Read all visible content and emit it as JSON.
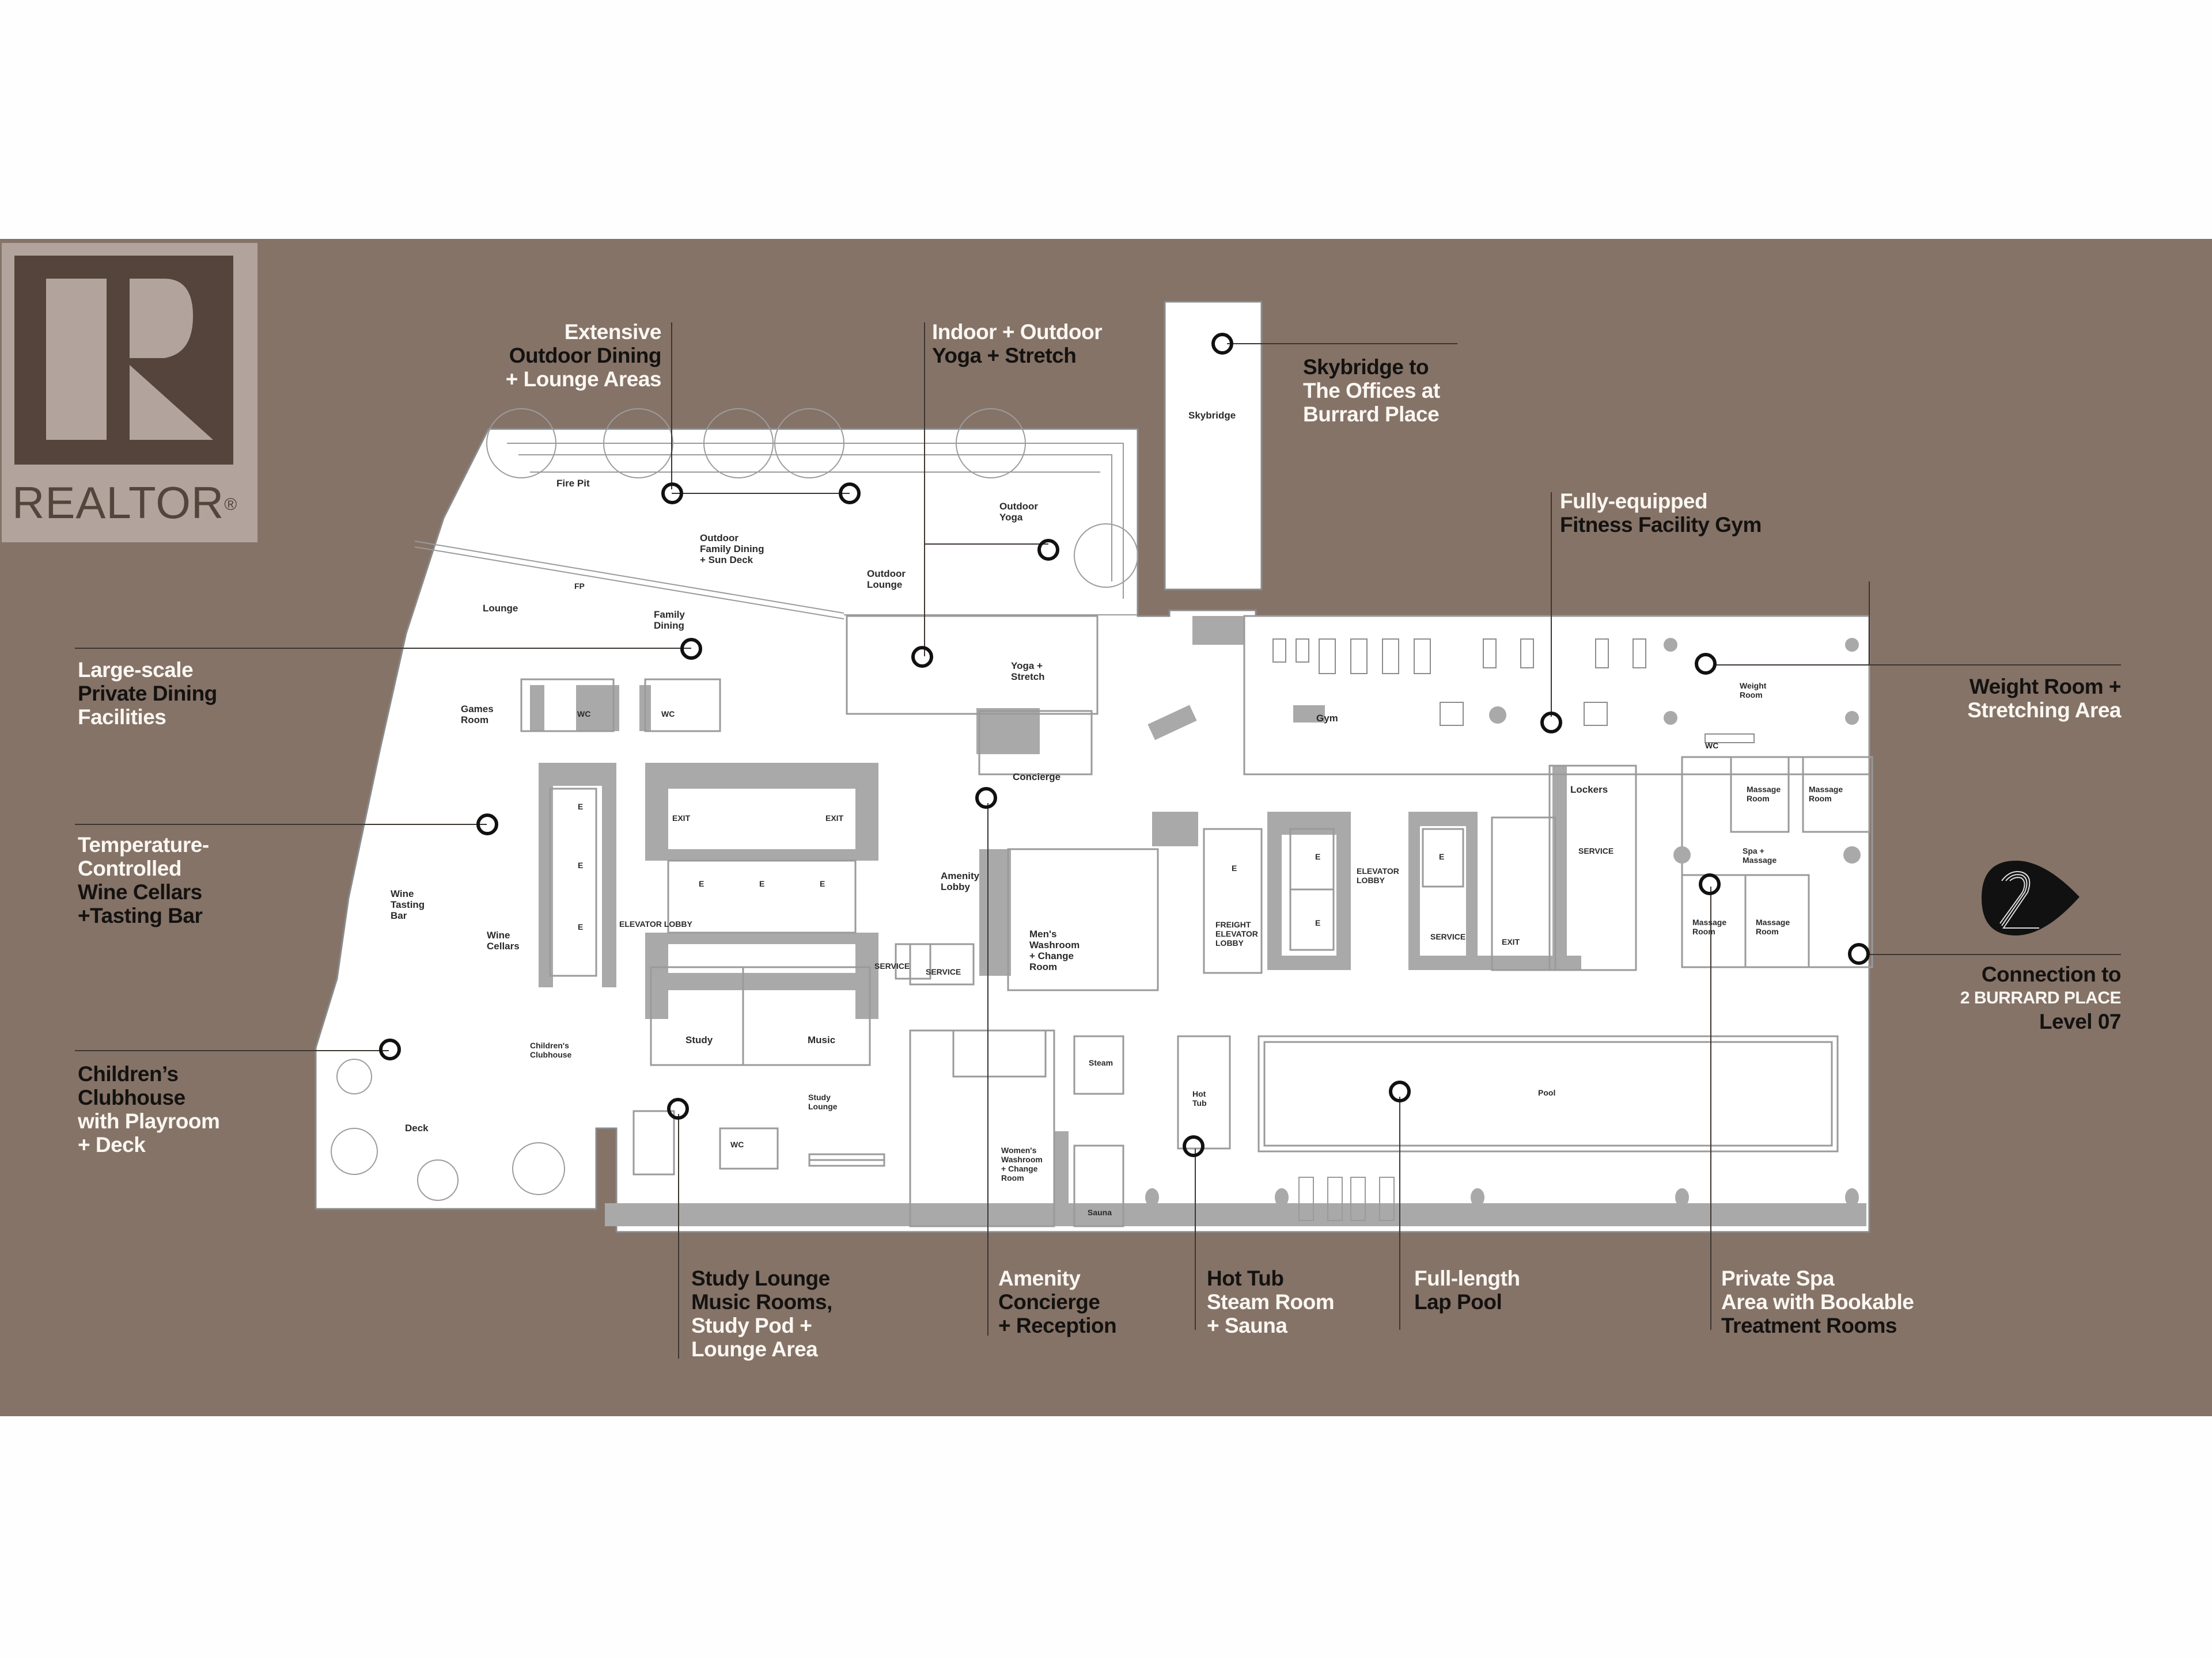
{
  "logo": {
    "wordmark": "REALTOR",
    "registered": "®",
    "icon": "realtor-r-logo"
  },
  "colors": {
    "band": "#857368",
    "logo_bg": "#b2a49c",
    "logo_dark": "#54443c",
    "wall": "#a9a9a9",
    "callout_white": "#fbf7f2",
    "callout_black": "#141210",
    "marker": "#111111"
  },
  "callouts": {
    "outdoor_dining": {
      "lines": [
        {
          "text": "Extensive",
          "color": "white"
        },
        {
          "text": "Outdoor Dining",
          "color": "black"
        },
        {
          "text": "+ Lounge Areas",
          "color": "white"
        }
      ]
    },
    "yoga": {
      "lines": [
        {
          "text": "Indoor + Outdoor",
          "color": "white"
        },
        {
          "text": "Yoga + Stretch",
          "color": "black"
        }
      ]
    },
    "skybridge": {
      "lines": [
        {
          "text": "Skybridge to",
          "color": "black"
        },
        {
          "text": "The Offices at",
          "color": "white"
        },
        {
          "text": "Burrard Place",
          "color": "white"
        }
      ]
    },
    "gym": {
      "lines": [
        {
          "text": "Fully-equipped",
          "color": "white"
        },
        {
          "text": "Fitness Facility Gym",
          "color": "black"
        }
      ]
    },
    "private_dining": {
      "lines": [
        {
          "text": "Large-scale",
          "color": "white"
        },
        {
          "text": "Private Dining",
          "color": "black"
        },
        {
          "text": "Facilities",
          "color": "white"
        }
      ]
    },
    "wine": {
      "lines": [
        {
          "text": "Temperature-",
          "color": "white"
        },
        {
          "text": "Controlled",
          "color": "white"
        },
        {
          "text": "Wine Cellars",
          "color": "black"
        },
        {
          "text": "+Tasting Bar",
          "color": "black"
        }
      ]
    },
    "children": {
      "lines": [
        {
          "text": "Children’s",
          "color": "black"
        },
        {
          "text": "Clubhouse",
          "color": "black"
        },
        {
          "text": "with Playroom",
          "color": "white"
        },
        {
          "text": "+ Deck",
          "color": "white"
        }
      ]
    },
    "weight_room": {
      "lines": [
        {
          "text": "Weight Room +",
          "color": "black"
        },
        {
          "text": "Stretching Area",
          "color": "white"
        }
      ]
    },
    "connection": {
      "lines": [
        {
          "text": "Connection to",
          "color": "black"
        },
        {
          "text": "2 BURRARD PLACE",
          "color": "white"
        },
        {
          "text": "Level 07",
          "color": "black"
        }
      ]
    },
    "study": {
      "lines": [
        {
          "text": "Study Lounge",
          "color": "black"
        },
        {
          "text": "Music Rooms,",
          "color": "black"
        },
        {
          "text": "Study Pod +",
          "color": "white"
        },
        {
          "text": "Lounge Area",
          "color": "white"
        }
      ]
    },
    "concierge": {
      "lines": [
        {
          "text": "Amenity",
          "color": "white"
        },
        {
          "text": "Concierge",
          "color": "black"
        },
        {
          "text": "+ Reception",
          "color": "black"
        }
      ]
    },
    "hot_tub": {
      "lines": [
        {
          "text": "Hot Tub",
          "color": "black"
        },
        {
          "text": "Steam Room",
          "color": "white"
        },
        {
          "text": "+ Sauna",
          "color": "white"
        }
      ]
    },
    "pool": {
      "lines": [
        {
          "text": "Full-length",
          "color": "white"
        },
        {
          "text": "Lap Pool",
          "color": "black"
        }
      ]
    },
    "spa": {
      "lines": [
        {
          "text": "Private Spa",
          "color": "white"
        },
        {
          "text": "Area with Bookable",
          "color": "white"
        },
        {
          "text": "Treatment Rooms",
          "color": "black"
        }
      ]
    }
  },
  "rooms": {
    "fire_pit": "Fire Pit",
    "outdoor_family_dining": [
      "Outdoor",
      "Family Dining",
      "+ Sun Deck"
    ],
    "outdoor_lounge": [
      "Outdoor",
      "Lounge"
    ],
    "outdoor_yoga": [
      "Outdoor",
      "Yoga"
    ],
    "skybridge": "Skybridge",
    "lounge": "Lounge",
    "fp": "FP",
    "family_dining": [
      "Family",
      "Dining"
    ],
    "yoga_stretch": [
      "Yoga +",
      "Stretch"
    ],
    "games_room": [
      "Games",
      "Room"
    ],
    "wc": "WC",
    "gym": "Gym",
    "weight_room": [
      "Weight",
      "Room"
    ],
    "concierge": "Concierge",
    "exit": "EXIT",
    "elevator": "E",
    "elevator_lobby": "ELEVATOR LOBBY",
    "elevator_lobby_2": [
      "ELEVATOR",
      "LOBBY"
    ],
    "amenity_lobby": [
      "Amenity",
      "Lobby"
    ],
    "wine_tasting_bar": [
      "Wine",
      "Tasting",
      "Bar"
    ],
    "wine_cellars": [
      "Wine",
      "Cellars"
    ],
    "mens_washroom": [
      "Men's",
      "Washroom",
      "+ Change",
      "Room"
    ],
    "freight_elevator_lobby": [
      "FREIGHT",
      "ELEVATOR",
      "LOBBY"
    ],
    "lockers": "Lockers",
    "service": "SERVICE",
    "massage_room": [
      "Massage",
      "Room"
    ],
    "spa_massage": [
      "Spa +",
      "Massage"
    ],
    "childrens_clubhouse": [
      "Children's",
      "Clubhouse"
    ],
    "study": "Study",
    "music": "Music",
    "deck": "Deck",
    "study_lounge": [
      "Study",
      "Lounge"
    ],
    "womens_washroom": [
      "Women's",
      "Washroom",
      "+ Change",
      "Room"
    ],
    "steam": "Steam",
    "sauna": "Sauna",
    "hot_tub": [
      "Hot",
      "Tub"
    ],
    "pool": "Pool"
  },
  "badge": {
    "numeral": "2",
    "icon": "two-burrard-place-badge"
  }
}
